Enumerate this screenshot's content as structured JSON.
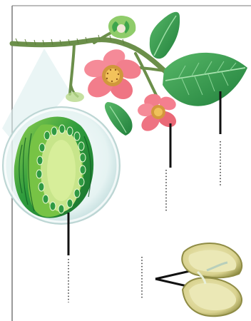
{
  "figure": {
    "labels": [
      {
        "id": "leaf",
        "text": ""
      },
      {
        "id": "flower",
        "text": ""
      },
      {
        "id": "fruit-section",
        "text": ""
      },
      {
        "id": "seed",
        "text": ""
      }
    ]
  },
  "colors": {
    "frame": "#7a7a7a",
    "leaf_dark": "#2f8d45",
    "leaf_light": "#5fbf6c",
    "petal": "#f07d8a",
    "petal_dark": "#d85468",
    "stamen": "#d7a44a",
    "stem": "#6f9a4c",
    "fruit_outer": "#1f7f38",
    "fruit_inner": "#bfe07c",
    "seed_outer": "#b9a64a",
    "seed_inner": "#e5e2a6",
    "leader_line": "#111111"
  }
}
